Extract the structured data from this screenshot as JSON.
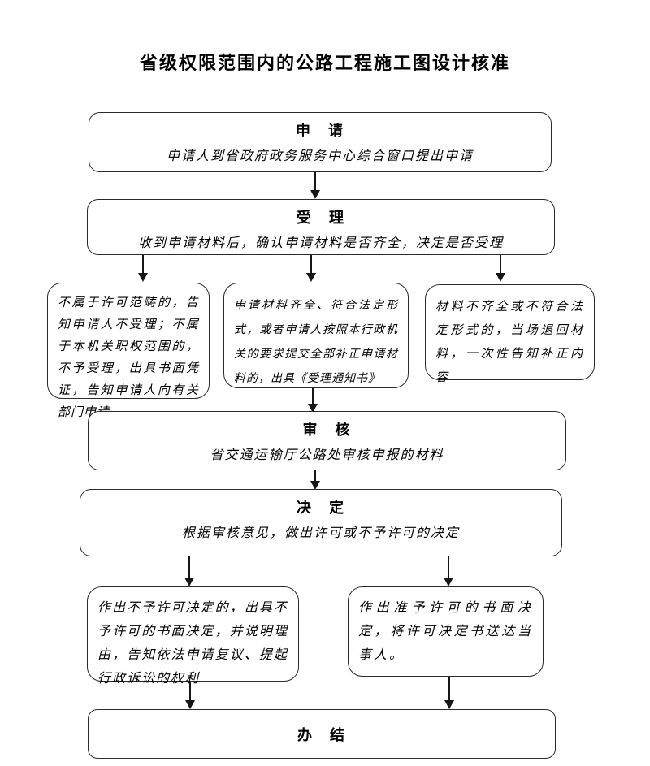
{
  "title": "省级权限范围内的公路工程施工图设计核准",
  "nodes": {
    "apply": {
      "label": "申　请",
      "desc": "申请人到省政府政务服务中心综合窗口提出申请"
    },
    "accept": {
      "label": "受　理",
      "desc": "收到申请材料后，确认申请材料是否齐全，决定是否受理"
    },
    "reject_scope": {
      "text": "不属于许可范畴的，告知申请人不受理；不属于本机关职权范围的，不予受理，出具书面凭证，告知申请人向有关部门申请"
    },
    "accept_notice": {
      "text": "申请材料齐全、符合法定形式，或者申请人按照本行政机关的要求提交全部补正申请材料的，出具《受理通知书》"
    },
    "return_materials": {
      "text": "材料不齐全或不符合法定形式的，当场退回材料，一次性告知补正内容"
    },
    "review": {
      "label": "审　核",
      "desc": "省交通运输厅公路处审核申报的材料"
    },
    "decide": {
      "label": "决　定",
      "desc": "根据审核意见，做出许可或不予许可的决定"
    },
    "deny": {
      "text": "作出不予许可决定的，出具不予许可的书面决定，并说明理由，告知依法申请复议、提起行政诉讼的权利"
    },
    "grant": {
      "text": "作出准予许可的书面决定，将许可决定书送达当事人。"
    },
    "done": {
      "label": "办　结"
    }
  },
  "colors": {
    "line": "#161616",
    "border": "#2b2b2b",
    "text": "#000000",
    "background": "#ffffff"
  }
}
